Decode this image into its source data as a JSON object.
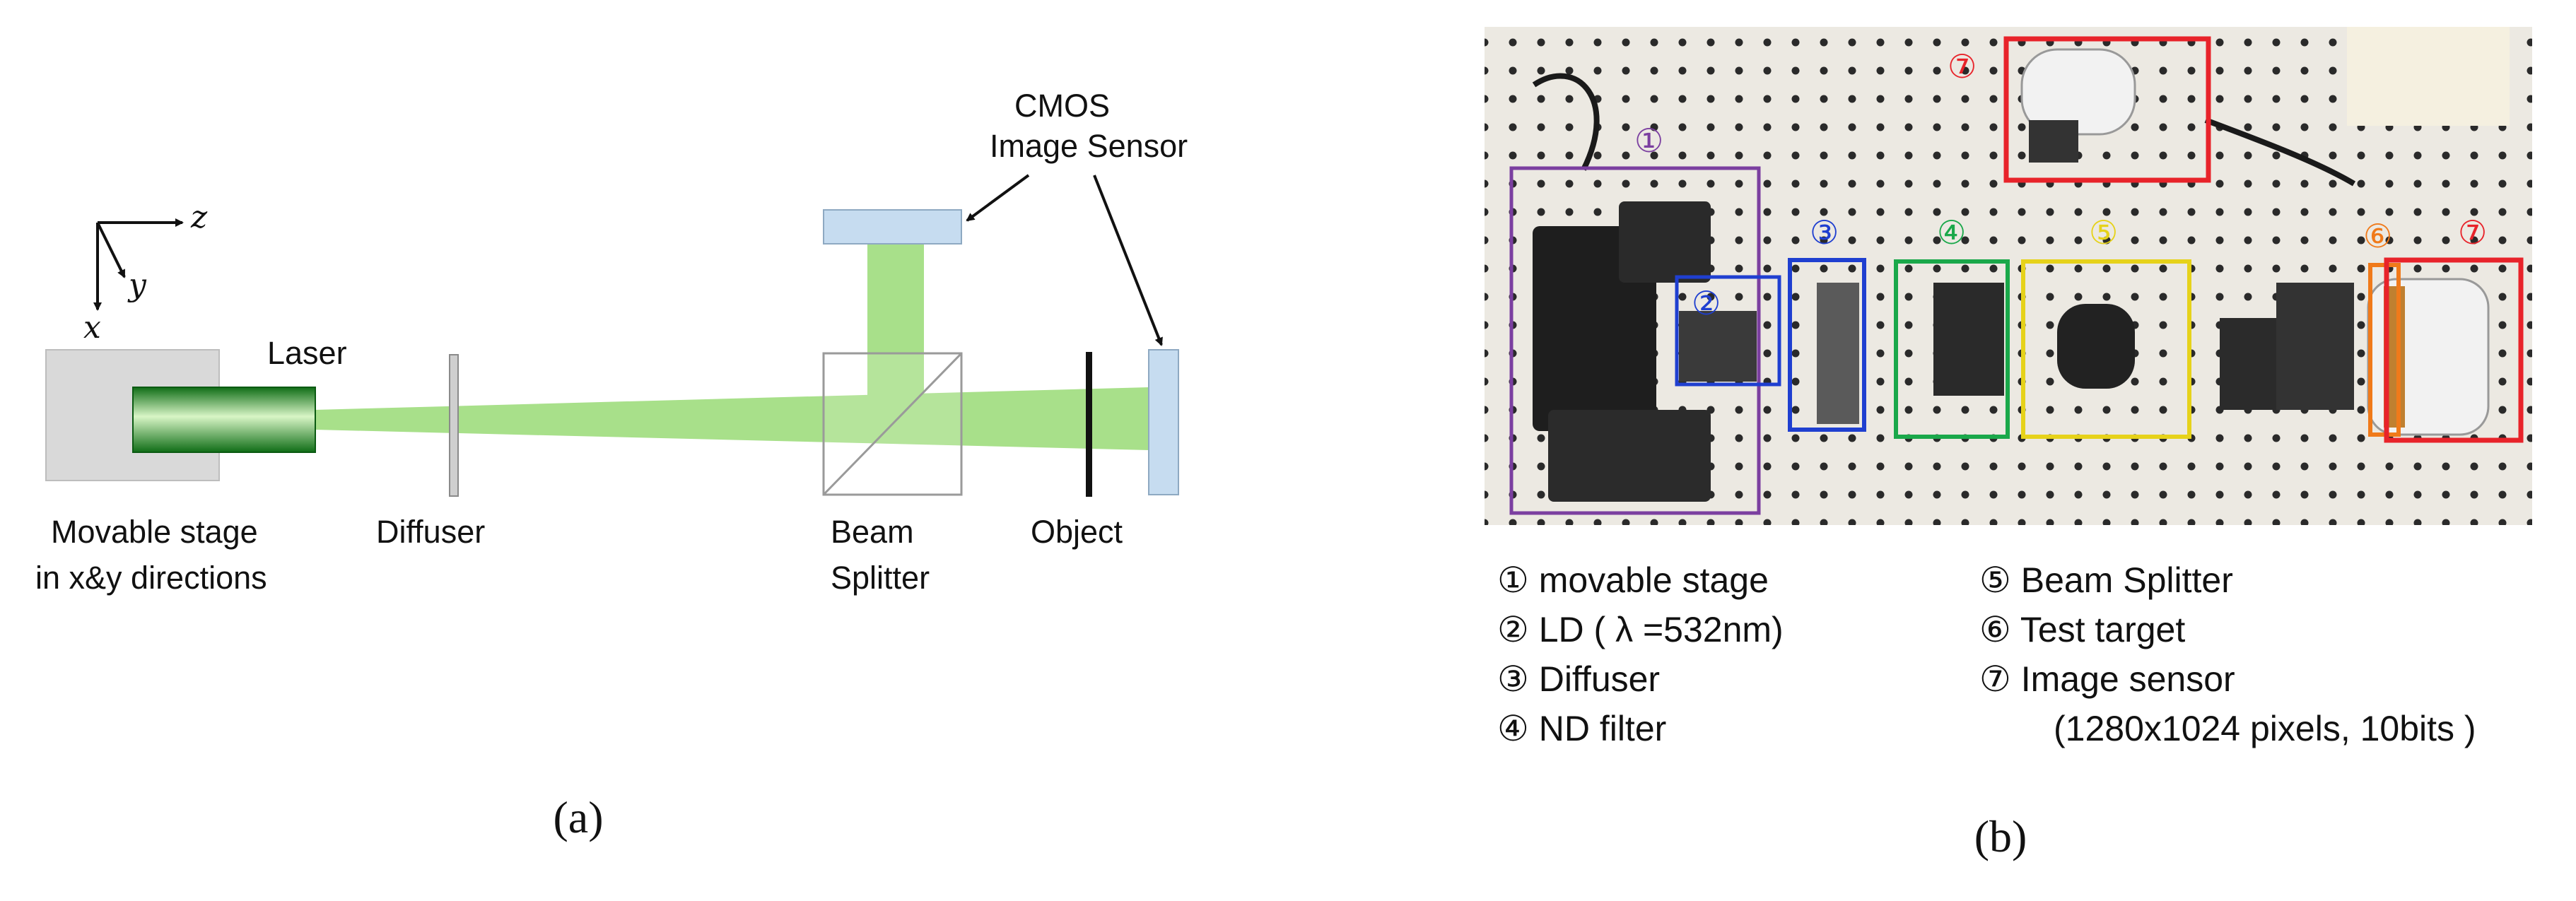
{
  "panel_a": {
    "axes": {
      "x": "x",
      "y": "y",
      "z": "z"
    },
    "labels": {
      "laser": "Laser",
      "stage_line1": "Movable stage",
      "stage_line2": "in x&y directions",
      "diffuser": "Diffuser",
      "splitter_line1": "Beam",
      "splitter_line2": "Splitter",
      "object": "Object",
      "sensor_line1": "CMOS",
      "sensor_line2": "Image Sensor"
    },
    "caption": "(a)"
  },
  "panel_b": {
    "photo_markers": [
      "①",
      "②",
      "③",
      "④",
      "⑤",
      "⑥",
      "⑦",
      "⑦"
    ],
    "legend_left": [
      "① movable stage",
      "② LD ( λ =532nm)",
      "③ Diffuser",
      "④ ND filter"
    ],
    "legend_right": [
      "⑤ Beam Splitter",
      "⑥ Test target",
      "⑦ Image sensor",
      "(1280x1024 pixels, 10bits )"
    ],
    "caption": "(b)"
  },
  "colors": {
    "beam": "#a8e08a",
    "laser_dark": "#1e8a1e",
    "sensor": "#c6dcf0",
    "stage": "#d9d9d9",
    "purple": "#7b3fa0",
    "blue": "#1f3fd0",
    "green": "#1aa84a",
    "yellow": "#e6d21a",
    "orange": "#f07a1a",
    "red": "#e8232a"
  }
}
